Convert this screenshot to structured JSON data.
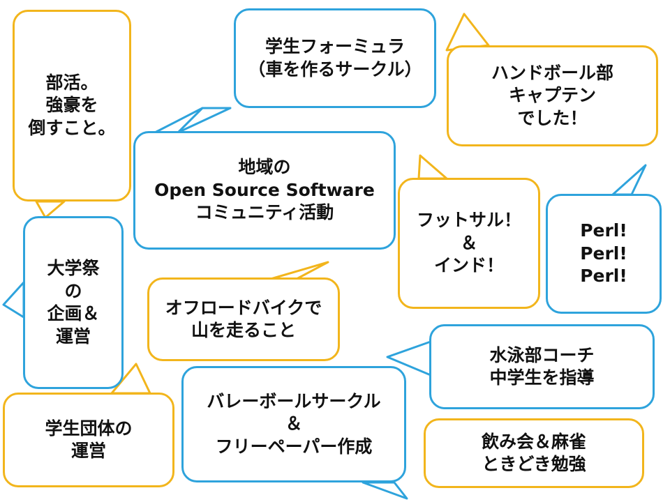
{
  "colors": {
    "blue": "#2EA3DC",
    "yellow": "#F2B51C",
    "text": "#111111"
  },
  "bubbles": [
    {
      "id": "bukatsu",
      "text": "部活。\n強豪を\n倒すこと。",
      "color": "yellow"
    },
    {
      "id": "formula",
      "text": "学生フォーミュラ\n（車を作るサークル）",
      "color": "blue"
    },
    {
      "id": "handball",
      "text": "ハンドボール部\nキャプテン\nでした！",
      "color": "yellow"
    },
    {
      "id": "oss",
      "text": "地域の\nOpen Source Software\nコミュニティ活動",
      "color": "blue"
    },
    {
      "id": "futsal",
      "text": "フットサル！\n＆\nインド！",
      "color": "yellow"
    },
    {
      "id": "perl",
      "text": "Perl!\nPerl!\nPerl!",
      "color": "blue"
    },
    {
      "id": "daigakusai",
      "text": "大学祭\nの\n企画＆\n運営",
      "color": "blue"
    },
    {
      "id": "offroad",
      "text": "オフロードバイクで\n山を走ること",
      "color": "yellow"
    },
    {
      "id": "suiei",
      "text": "水泳部コーチ\n中学生を指導",
      "color": "blue"
    },
    {
      "id": "dantai",
      "text": "学生団体の\n運営",
      "color": "yellow"
    },
    {
      "id": "volley",
      "text": "バレーボールサークル\n＆\nフリーペーパー作成",
      "color": "blue"
    },
    {
      "id": "nomikai",
      "text": "飲み会＆麻雀\nときどき勉強",
      "color": "yellow"
    }
  ]
}
